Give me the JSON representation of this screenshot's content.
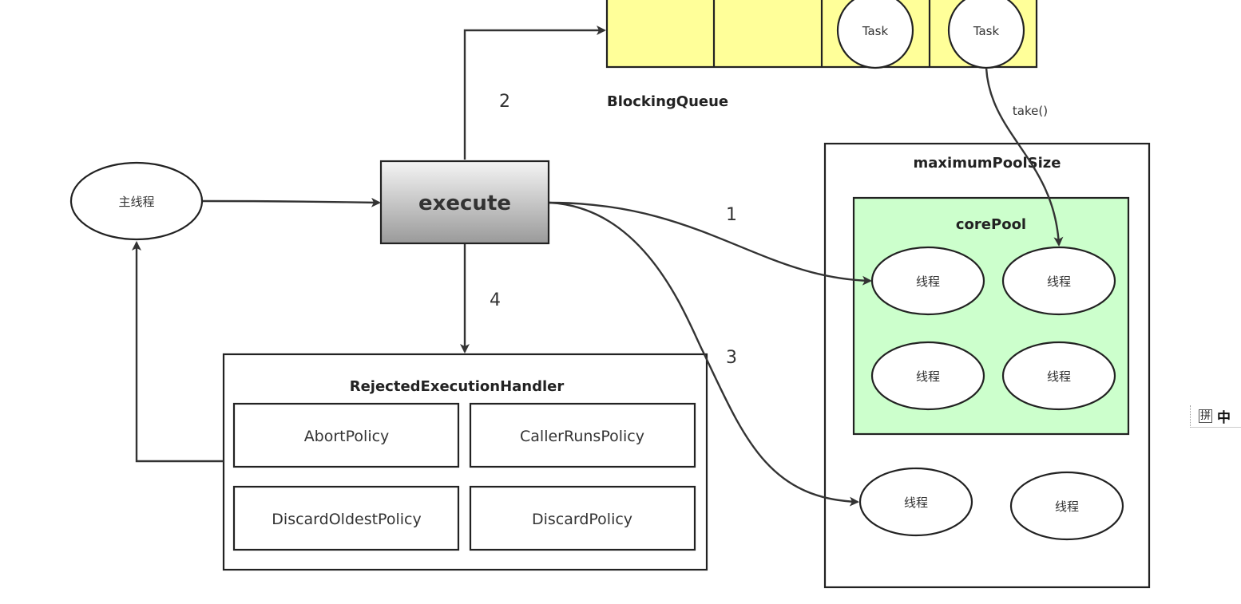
{
  "diagram": {
    "main_thread": "主线程",
    "execute": "execute",
    "queue": {
      "label": "BlockingQueue",
      "tasks": [
        "Task",
        "Task"
      ]
    },
    "max_pool": {
      "title": "maximumPoolSize",
      "core_pool_title": "corePool",
      "thread_label": "线程"
    },
    "rejected_handler": {
      "title": "RejectedExecutionHandler",
      "policies": [
        "AbortPolicy",
        "CallerRunsPolicy",
        "DiscardOldestPolicy",
        "DiscardPolicy"
      ]
    },
    "steps": [
      "1",
      "2",
      "3",
      "4"
    ],
    "take_label": "take()",
    "colors": {
      "queue_fill": "#ffff99",
      "core_pool_fill": "#ccffcc",
      "execute_gradient_top": "#f2f2f2",
      "execute_gradient_bottom": "#999999",
      "stroke": "#333333"
    }
  },
  "ime": {
    "mode": "拼",
    "lang": "中"
  }
}
